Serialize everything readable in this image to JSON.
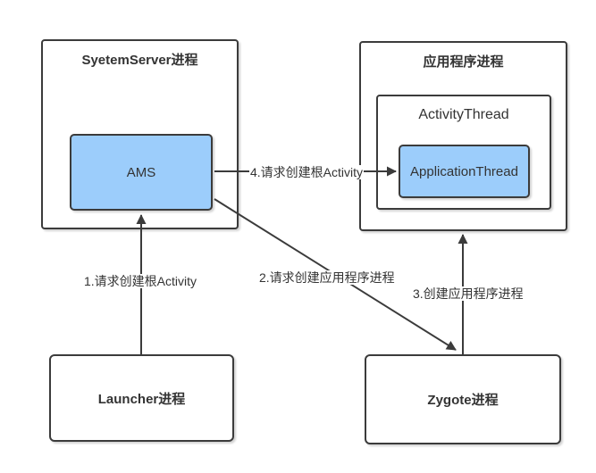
{
  "boxes": {
    "system_server": {
      "title": "SyetemServer进程"
    },
    "ams": {
      "label": "AMS"
    },
    "app_process": {
      "title": "应用程序进程"
    },
    "activity_thread": {
      "label": "ActivityThread"
    },
    "application_thread": {
      "label": "ApplicationThread"
    },
    "launcher": {
      "label": "Launcher进程"
    },
    "zygote": {
      "label": "Zygote进程"
    }
  },
  "arrows": {
    "step1": {
      "label": "1.请求创建根Activity",
      "from": "Launcher进程",
      "to": "AMS"
    },
    "step2": {
      "label": "2.请求创建应用程序进程",
      "from": "AMS",
      "to": "Zygote进程"
    },
    "step3": {
      "label": "3.创建应用程序进程",
      "from": "Zygote进程",
      "to": "应用程序进程"
    },
    "step4": {
      "label": "4.请求创建根Activity",
      "from": "AMS",
      "to": "ApplicationThread"
    }
  },
  "colors": {
    "node_fill": "#9ccdfb",
    "stroke": "#3b3b3b",
    "text": "#333333",
    "background": "#ffffff"
  }
}
